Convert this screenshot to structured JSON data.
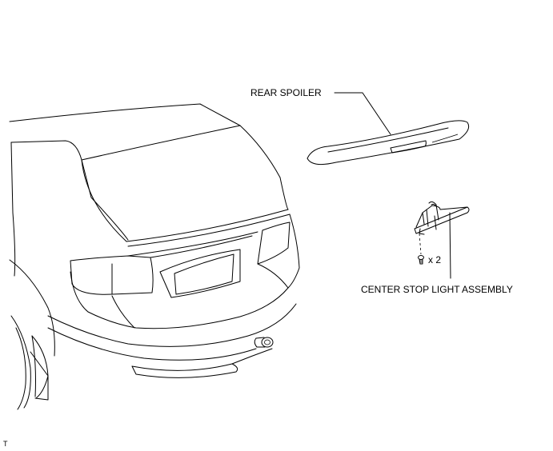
{
  "labels": {
    "rear_spoiler": "REAR SPOILER",
    "center_stop_light": "CENTER STOP LIGHT ASSEMBLY",
    "bolt_qty": "x 2",
    "corner_mark": "T"
  }
}
